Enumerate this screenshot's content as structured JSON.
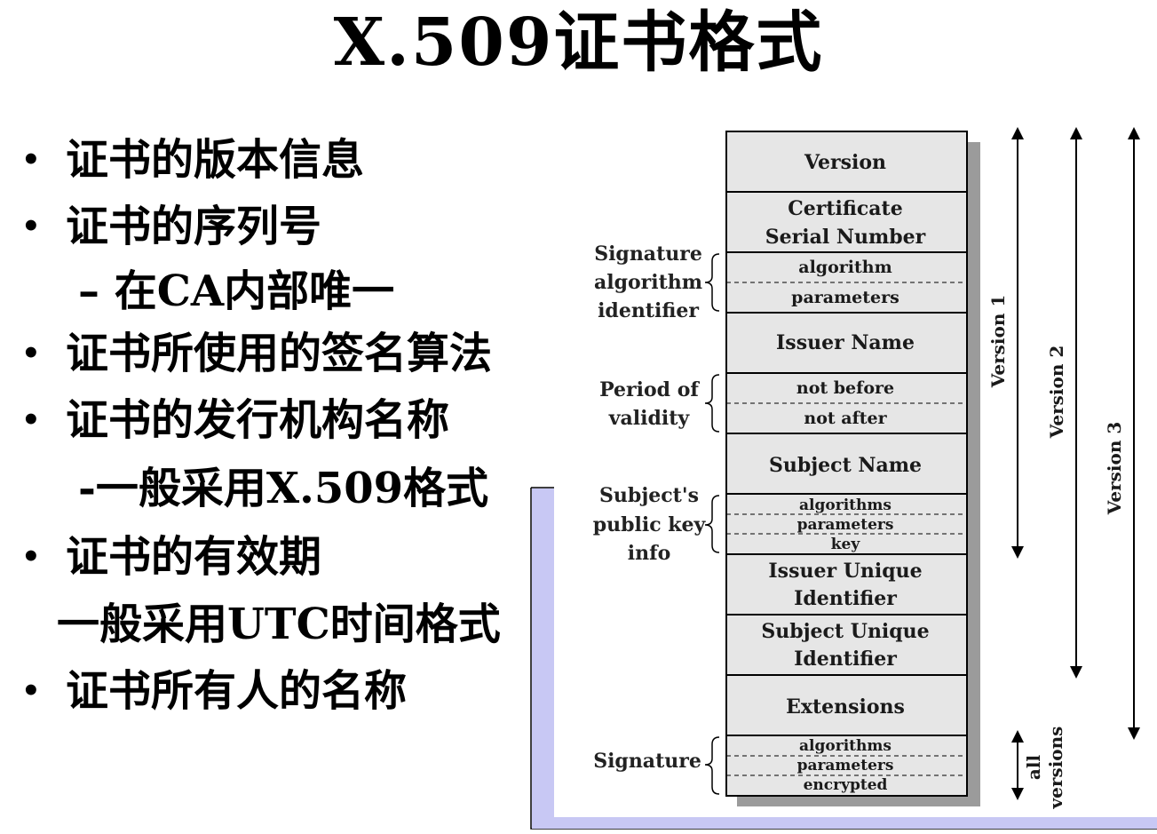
{
  "title": "X.509证书格式",
  "bullets": {
    "b1": "证书的版本信息",
    "b2": "证书的序列号",
    "b2_sub": "在CA内部唯一",
    "b3": "证书所使用的签名算法",
    "b4": "证书的发行机构名称",
    "b4_sub": "-一般采用X.509格式",
    "b5": "证书的有效期",
    "b5_sub": "一般采用UTC时间格式",
    "b6": "证书所有人的名称"
  },
  "diagram": {
    "fields": {
      "version": "Version",
      "serial_1": "Certificate",
      "serial_2": "Serial Number",
      "sig_algorithm": "algorithm",
      "sig_parameters": "parameters",
      "issuer_name": "Issuer Name",
      "not_before": "not before",
      "not_after": "not after",
      "subject_name": "Subject Name",
      "pk_algorithms": "algorithms",
      "pk_parameters": "parameters",
      "pk_key": "key",
      "issuer_uid_1": "Issuer Unique",
      "issuer_uid_2": "Identifier",
      "subject_uid_1": "Subject Unique",
      "subject_uid_2": "Identifier",
      "extensions": "Extensions",
      "s_algorithms": "algorithms",
      "s_parameters": "parameters",
      "s_encrypted": "encrypted"
    },
    "labels": {
      "sig_alg_1": "Signature",
      "sig_alg_2": "algorithm",
      "sig_alg_3": "identifier",
      "period_1": "Period of",
      "period_2": "validity",
      "pk_1": "Subject's",
      "pk_2": "public key",
      "pk_3": "info",
      "signature": "Signature"
    },
    "versions": {
      "v1": "Version 1",
      "v2": "Version 2",
      "v3": "Version 3",
      "all_1": "all",
      "all_2": "versions"
    },
    "colors": {
      "field_fill": "#e6e6e6",
      "shadow": "#9b9b9b",
      "frame": "#c8c8f4"
    }
  }
}
